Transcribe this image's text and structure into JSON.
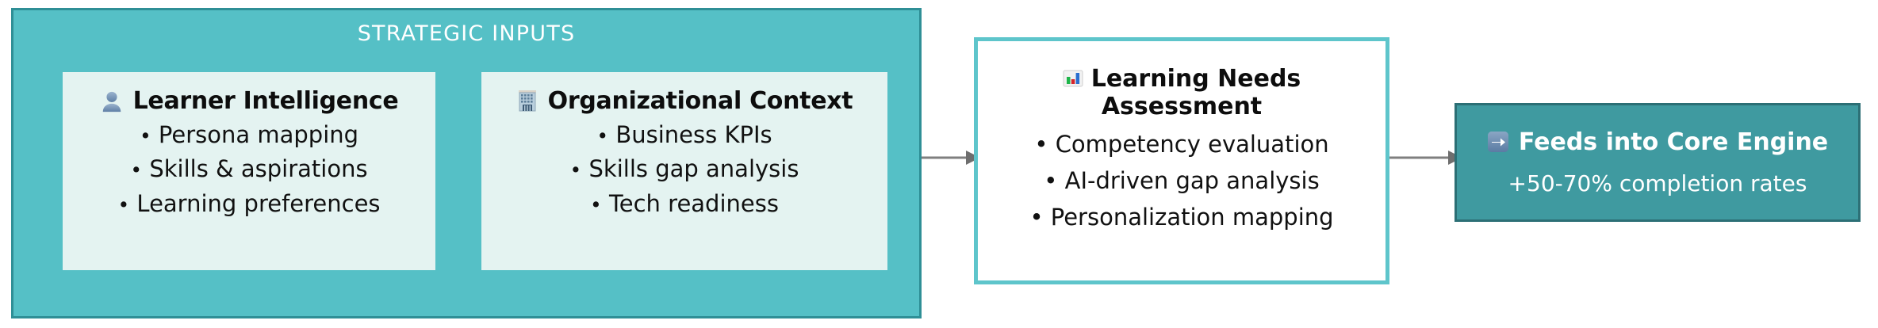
{
  "diagram": {
    "title": "Strategic Inputs to Learning Needs Assessment flow",
    "accent_teal": "#55c0c6",
    "accent_teal_border": "#2f8f96",
    "card_mint": "#e4f3f1",
    "assessment_border": "#5ec5cb",
    "feeds_fill": "#3f9aa0",
    "feeds_border": "#2c6f75",
    "arrow_color": "#7f7f7f"
  },
  "group": {
    "title": "STRATEGIC INPUTS",
    "cards": [
      {
        "icon": "bust-in-silhouette-icon",
        "heading": "Learner Intelligence",
        "bullets": [
          "Persona mapping",
          "Skills & aspirations",
          "Learning preferences"
        ]
      },
      {
        "icon": "office-building-icon",
        "heading": "Organizational Context",
        "bullets": [
          "Business KPIs",
          "Skills gap analysis",
          "Tech readiness"
        ]
      }
    ]
  },
  "assessment": {
    "icon": "bar-chart-icon",
    "heading_line1": "Learning Needs",
    "heading_line2": "Assessment",
    "bullets": [
      "Competency evaluation",
      "AI-driven gap analysis",
      "Personalization mapping"
    ]
  },
  "feeds": {
    "icon": "right-arrow-button-icon",
    "heading": "Feeds into Core Engine",
    "subtext": "+50-70% completion rates"
  },
  "bullet_glyph": "•",
  "arrows": [
    {
      "name": "arrow-inputs-to-assessment"
    },
    {
      "name": "arrow-assessment-to-feeds"
    }
  ]
}
